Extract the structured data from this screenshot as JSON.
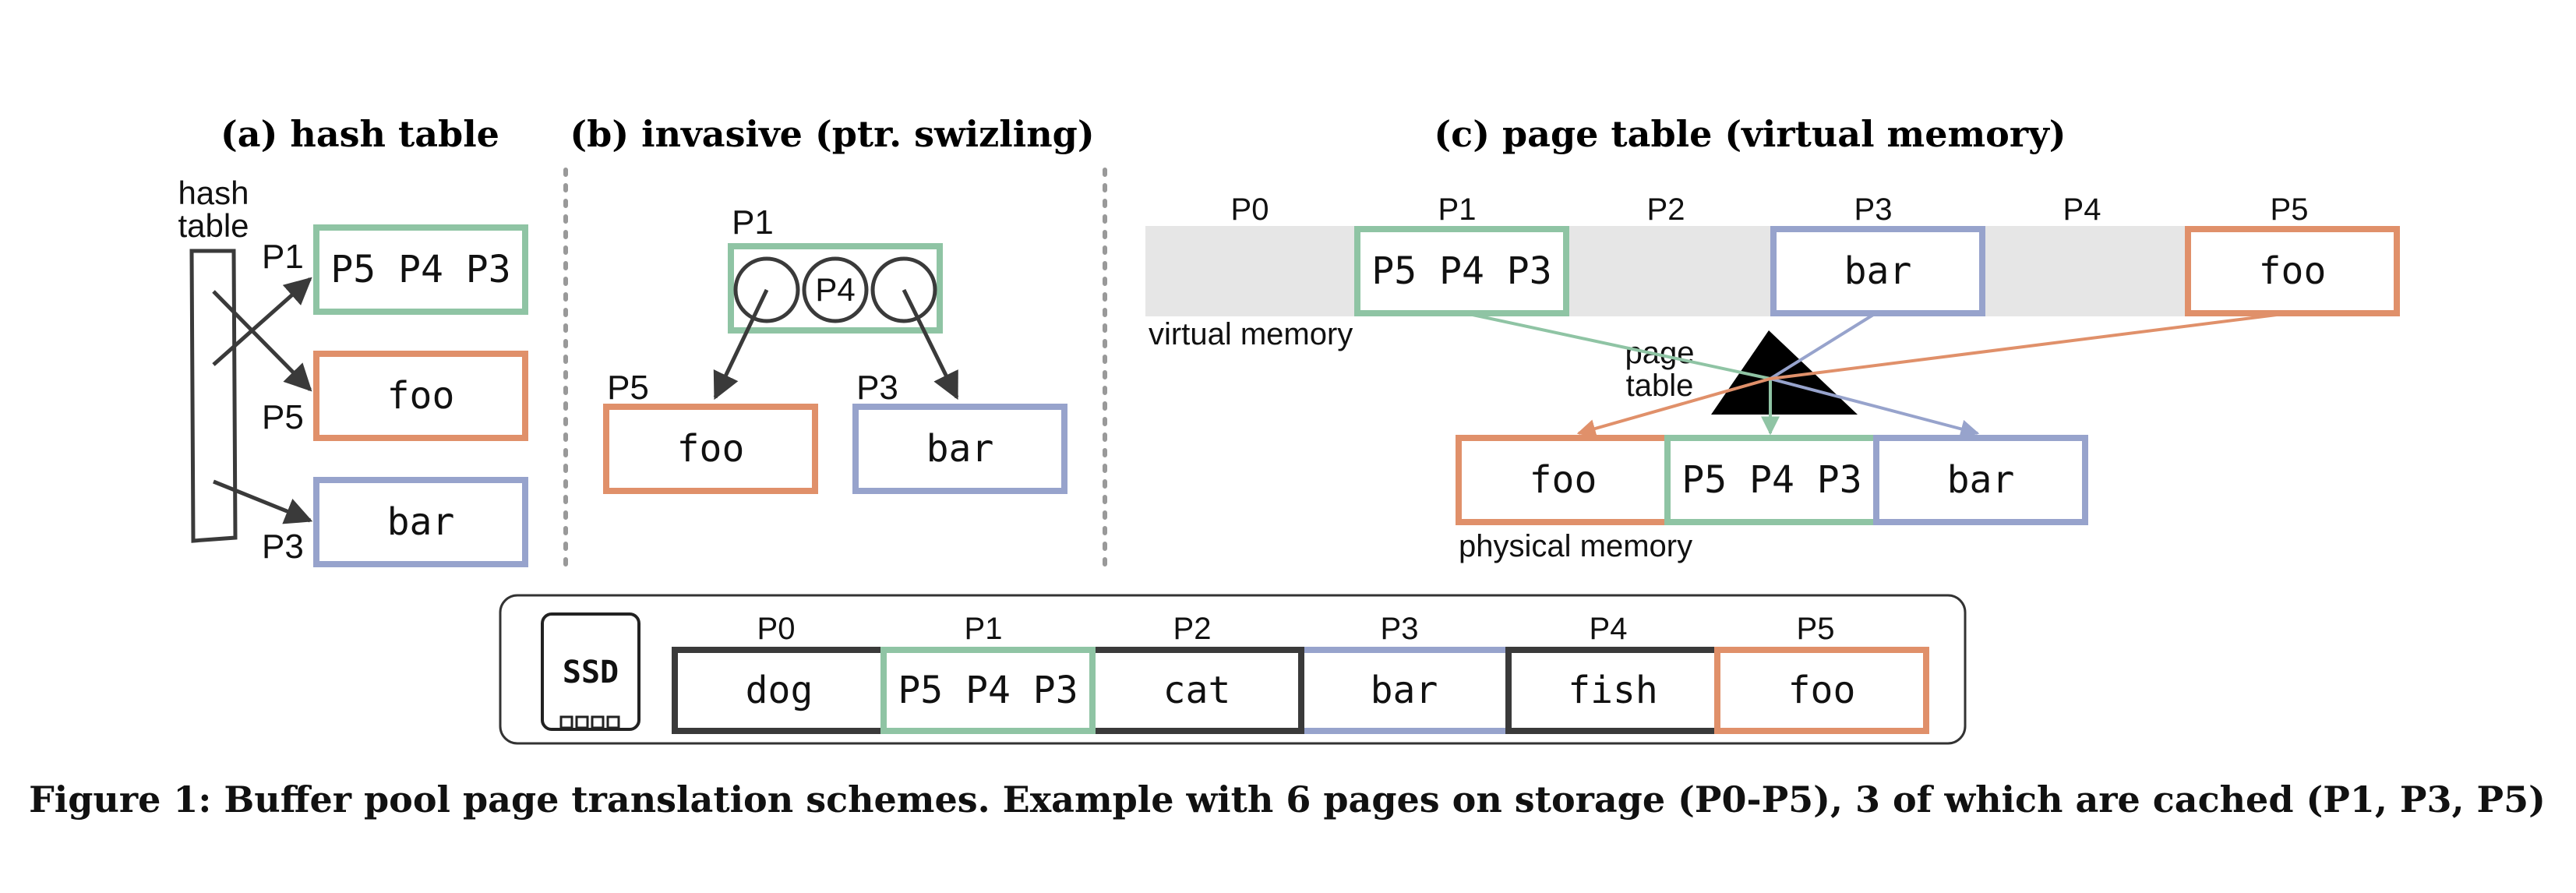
{
  "titles": {
    "a": "(a) hash table",
    "b": "(b) invasive (ptr. swizling)",
    "c": "(c) page table (virtual memory)"
  },
  "colors": {
    "green": "#8fc4a4",
    "orange": "#e0906a",
    "blue": "#97a3cc",
    "dark": "#3a3a3a",
    "gray_fill": "#e6e6e6",
    "separator": "#999999"
  },
  "hash": {
    "table_label_1": "hash",
    "table_label_2": "table",
    "key_p1": "P1",
    "key_p5": "P5",
    "key_p3": "P3",
    "box_p1": "P5 P4 P3",
    "box_p5": "foo",
    "box_p3": "bar"
  },
  "invasive": {
    "p1_label": "P1",
    "p4_label": "P4",
    "p5_label": "P5",
    "p3_label": "P3",
    "box_p5": "foo",
    "box_p3": "bar"
  },
  "pagetable": {
    "virtual_labels": [
      "P0",
      "P1",
      "P2",
      "P3",
      "P4",
      "P5"
    ],
    "virtual_p1": "P5 P4 P3",
    "virtual_p3": "bar",
    "virtual_p5": "foo",
    "virtual_memory_label": "virtual memory",
    "page_table_label_1": "page",
    "page_table_label_2": "table",
    "physical": [
      "foo",
      "P5 P4 P3",
      "bar"
    ],
    "physical_memory_label": "physical memory"
  },
  "storage": {
    "ssd_label": "SSD",
    "labels": [
      "P0",
      "P1",
      "P2",
      "P3",
      "P4",
      "P5"
    ],
    "pages": [
      "dog",
      "P5 P4 P3",
      "cat",
      "bar",
      "fish",
      "foo"
    ]
  },
  "caption": "Figure 1: Buffer pool page translation schemes. Example with 6 pages on storage (P0-P5), 3 of which are cached (P1, P3, P5)"
}
